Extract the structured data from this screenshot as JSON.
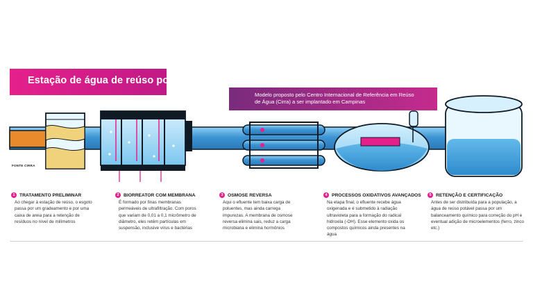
{
  "title": "Estação de água de reúso potável",
  "subtitle": "Modelo proposto pelo Centro Internacional de Referência em Reúso de Água (Cirra) a ser implantado em Campinas",
  "source_label": "FONTE CIRRA",
  "colors": {
    "accent": "#e5208c",
    "subtitle_bg": "#8f2a7f",
    "pipe_blue": "#3e95d4",
    "water_light": "#bfe6fb",
    "sewage": "#e98a2c",
    "sand": "#f0d27c",
    "outline": "#0f1a24"
  },
  "steps": [
    {
      "num": "1",
      "title": "TRATAMENTO PRELIMINAR",
      "text": "Ao chegar à estação de reúso, o esgoto passa por um gradeamento e por uma caixa de areia para a retenção de resíduos no nível de milímetros"
    },
    {
      "num": "2",
      "title": "BIORREATOR COM MEMBRANA",
      "text": "É formado por finas membranas permeáveis de ultrafiltração. Com poros que variam de 0,01 a 0,1 micrômetro de diâmetro, eles retêm partículas em suspensão, inclusive vírus e bactérias"
    },
    {
      "num": "3",
      "title": "OSMOSE REVERSA",
      "text": "Aqui o efluente tem baixa carga de poluentes, mas ainda carrega impurezas. A membrana de osmose reversa elimina sais, reduz a carga microbiana e elimina hormônios"
    },
    {
      "num": "4",
      "title": "PROCESSOS OXIDATIVOS AVANÇADOS",
      "text": "Na etapa final, o efluente recebe água oxigenada e é submetido à radiação ultravioleta para a formação do radical hidroxila (-OH). Esse elemento oxida os compostos químicos ainda presentes na água"
    },
    {
      "num": "5",
      "title": "RETENÇÃO E CERTIFICAÇÃO",
      "text": "Antes de ser distribuída para a população, a água de reúso potável passa por um balanceamento químico para correção do pH e eventual adição de microelementos (ferro, zinco etc.)"
    }
  ]
}
